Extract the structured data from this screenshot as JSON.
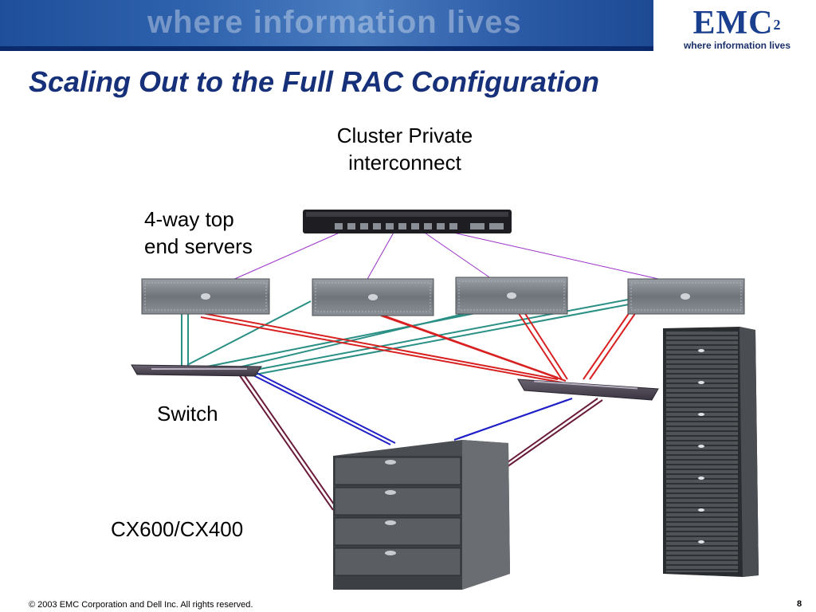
{
  "banner": {
    "text": "where information lives"
  },
  "logo": {
    "brand": "EMC",
    "superscript": "2",
    "tagline": "where information lives"
  },
  "title": "Scaling Out to the Full RAC Configuration",
  "labels": {
    "interconnect_line1": "Cluster Private",
    "interconnect_line2": "interconnect",
    "servers_line1": "4-way top",
    "servers_line2": "end servers",
    "switch": "Switch",
    "storage": "CX600/CX400"
  },
  "footer": {
    "copyright": "© 2003 EMC Corporation and Dell Inc.  All rights reserved.",
    "page_number": "8"
  },
  "colors": {
    "title": "#16307a",
    "interconnect_link": "#9b30c8",
    "teal_link": "#2a8f84",
    "red_link": "#d82020",
    "blue_link": "#2020c8",
    "maroon_link": "#6a1a3a"
  }
}
